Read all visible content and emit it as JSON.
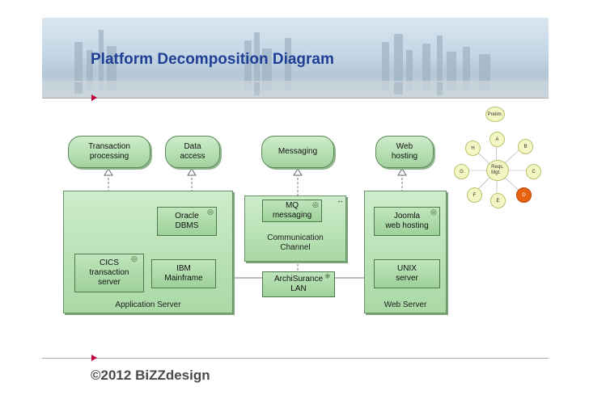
{
  "slide": {
    "title": "Platform Decomposition Diagram",
    "footer": "©2012 BiZZdesign"
  },
  "diagram": {
    "services": [
      {
        "id": "transaction-processing",
        "label": "Transaction\nprocessing"
      },
      {
        "id": "data-access",
        "label": "Data\naccess"
      },
      {
        "id": "messaging",
        "label": "Messaging"
      },
      {
        "id": "web-hosting",
        "label": "Web\nhosting"
      }
    ],
    "nodes": [
      {
        "id": "application-server",
        "label": "Application Server"
      },
      {
        "id": "communication-channel",
        "label": "Communication\nChannel"
      },
      {
        "id": "web-server",
        "label": "Web Server"
      }
    ],
    "components": [
      {
        "id": "oracle-dbms",
        "label": "Oracle\nDBMS"
      },
      {
        "id": "cics",
        "label": "CICS\ntransaction\nserver"
      },
      {
        "id": "ibm-mainframe",
        "label": "IBM\nMainframe"
      },
      {
        "id": "mq-messaging",
        "label": "MQ\nmessaging"
      },
      {
        "id": "archisurance-lan",
        "label": "ArchiSurance\nLAN"
      },
      {
        "id": "joomla",
        "label": "Joomla\nweb hosting"
      },
      {
        "id": "unix-server",
        "label": "UNIX\nserver"
      }
    ]
  },
  "adm_cycle": {
    "prelim": "Prelim.",
    "center": "Reqs.\nMgt.",
    "phases": [
      "A",
      "B",
      "C",
      "D",
      "E",
      "F",
      "G",
      "H"
    ],
    "highlight": "D",
    "highlight_color": "#e8620f"
  },
  "colors": {
    "title": "#1f3f96",
    "accent": "#c0003c",
    "element_fill": "#a9d9a5"
  }
}
